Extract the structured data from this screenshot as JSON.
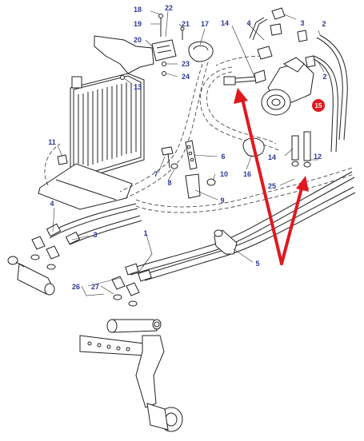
{
  "labels": [
    {
      "id": "1",
      "text": "1"
    },
    {
      "id": "2a",
      "text": "2"
    },
    {
      "id": "2b",
      "text": "2"
    },
    {
      "id": "3a",
      "text": "3"
    },
    {
      "id": "3b",
      "text": "3"
    },
    {
      "id": "4a",
      "text": "4"
    },
    {
      "id": "4b",
      "text": "4"
    },
    {
      "id": "5",
      "text": "5"
    },
    {
      "id": "6",
      "text": "6"
    },
    {
      "id": "7",
      "text": "7"
    },
    {
      "id": "8",
      "text": "8"
    },
    {
      "id": "9",
      "text": "9"
    },
    {
      "id": "10",
      "text": "10"
    },
    {
      "id": "11",
      "text": "11"
    },
    {
      "id": "12",
      "text": "12"
    },
    {
      "id": "13",
      "text": "13"
    },
    {
      "id": "14a",
      "text": "14"
    },
    {
      "id": "14b",
      "text": "14"
    },
    {
      "id": "15",
      "text": "15"
    },
    {
      "id": "16",
      "text": "16"
    },
    {
      "id": "17",
      "text": "17"
    },
    {
      "id": "18",
      "text": "18"
    },
    {
      "id": "19",
      "text": "19"
    },
    {
      "id": "20",
      "text": "20"
    },
    {
      "id": "21",
      "text": "21"
    },
    {
      "id": "22",
      "text": "22"
    },
    {
      "id": "23",
      "text": "23"
    },
    {
      "id": "24",
      "text": "24"
    },
    {
      "id": "25",
      "text": "25"
    },
    {
      "id": "26",
      "text": "26"
    },
    {
      "id": "27",
      "text": "27"
    }
  ],
  "colors": {
    "label": "#2b3a9c",
    "arrow": "#e0191f",
    "badge": "#e0191f",
    "line": "#222222"
  }
}
